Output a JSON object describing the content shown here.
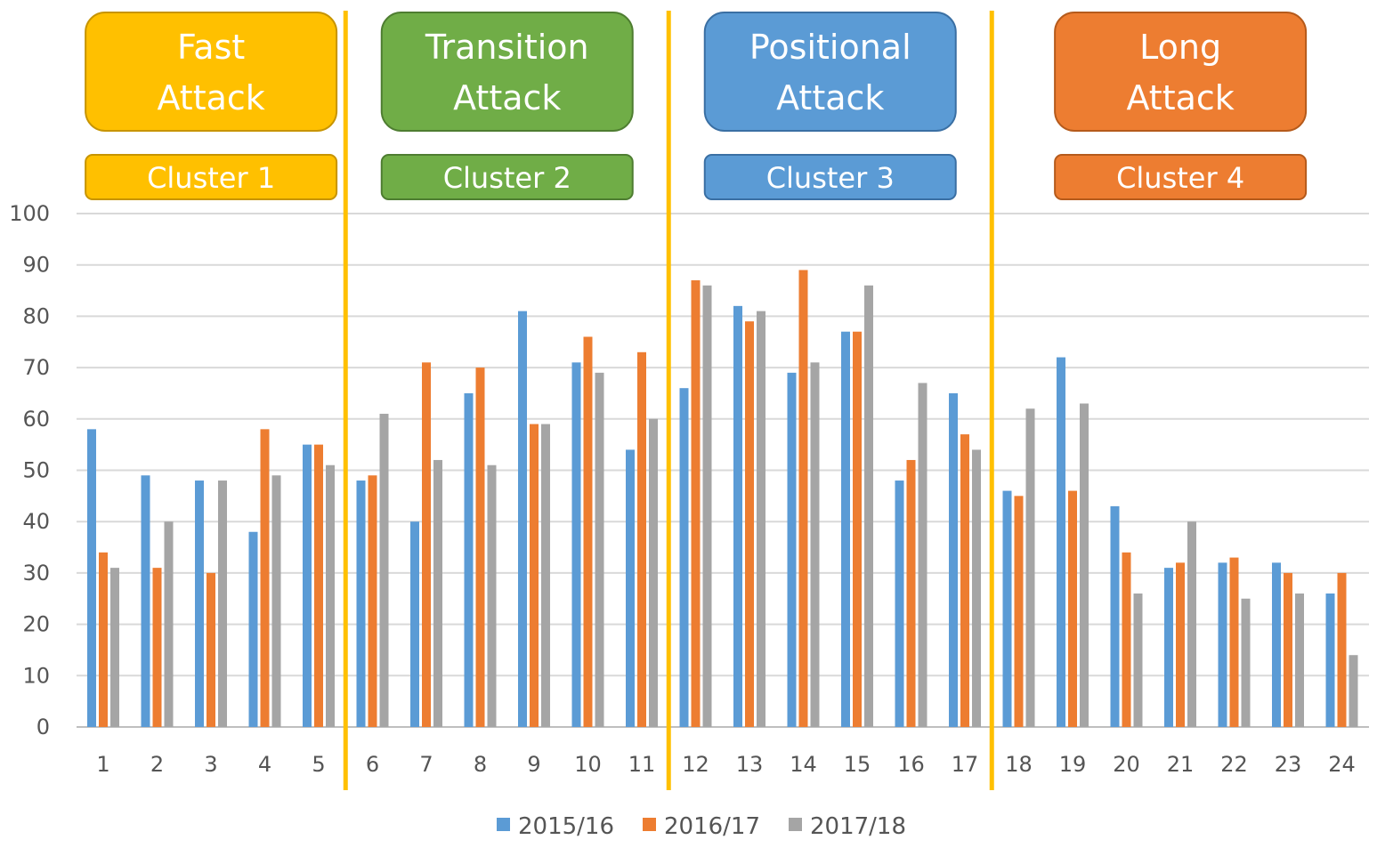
{
  "chart_data": {
    "type": "bar",
    "categories": [
      "1",
      "2",
      "3",
      "4",
      "5",
      "6",
      "7",
      "8",
      "9",
      "10",
      "11",
      "12",
      "13",
      "14",
      "15",
      "16",
      "17",
      "18",
      "19",
      "20",
      "21",
      "22",
      "23",
      "24"
    ],
    "series": [
      {
        "name": "2015/16",
        "color": "#5b9bd5",
        "values": [
          58,
          49,
          48,
          38,
          55,
          48,
          40,
          65,
          81,
          71,
          54,
          66,
          82,
          69,
          77,
          48,
          65,
          46,
          72,
          43,
          31,
          32,
          32,
          26
        ]
      },
      {
        "name": "2016/17",
        "color": "#ed7d31",
        "values": [
          34,
          31,
          30,
          58,
          55,
          49,
          71,
          70,
          59,
          76,
          73,
          87,
          79,
          89,
          77,
          52,
          57,
          45,
          46,
          34,
          32,
          33,
          30,
          30
        ]
      },
      {
        "name": "2017/18",
        "color": "#a5a5a5",
        "values": [
          31,
          40,
          48,
          49,
          51,
          61,
          52,
          51,
          59,
          69,
          60,
          86,
          81,
          71,
          86,
          67,
          54,
          62,
          63,
          26,
          40,
          25,
          26,
          14
        ]
      }
    ],
    "ylim": [
      0,
      100
    ],
    "yticks": [
      "0",
      "10",
      "20",
      "30",
      "40",
      "50",
      "60",
      "70",
      "80",
      "90",
      "100"
    ],
    "grid": true,
    "legend": "bottom",
    "divider_color": "#ffc000",
    "groups": [
      {
        "title_line1": "Fast",
        "title_line2": "Attack",
        "cluster_label": "Cluster 1",
        "color": "#ffc000",
        "border": "#c79400",
        "start": 1,
        "end": 5
      },
      {
        "title_line1": "Transition",
        "title_line2": "Attack",
        "cluster_label": "Cluster 2",
        "color": "#70ad47",
        "border": "#4e7d31",
        "start": 6,
        "end": 11
      },
      {
        "title_line1": "Positional",
        "title_line2": "Attack",
        "cluster_label": "Cluster 3",
        "color": "#5b9bd5",
        "border": "#3a6fa3",
        "start": 12,
        "end": 17
      },
      {
        "title_line1": "Long",
        "title_line2": "Attack",
        "cluster_label": "Cluster 4",
        "color": "#ed7d31",
        "border": "#b55a1b",
        "start": 18,
        "end": 24
      }
    ]
  }
}
